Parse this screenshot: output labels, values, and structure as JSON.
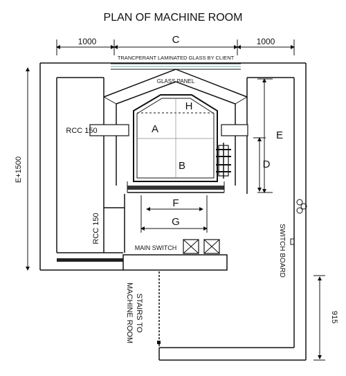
{
  "title": "PLAN OF MACHINE ROOM",
  "dims": {
    "left_offset": "1000",
    "center": "C",
    "right_offset": "1000",
    "left_height": "E+1500",
    "right_E": "E",
    "right_D": "D",
    "bottom_F": "F",
    "bottom_G": "G",
    "stair_width": "915"
  },
  "labels": {
    "glass_client": "TRANCPERANT LAMINATED GLASS BY CLIENT",
    "glass_panel": "GLASS PANEL",
    "rcc_top": "RCC 150",
    "rcc_side": "RCC 150",
    "zone_a": "A",
    "zone_b": "B",
    "zone_h": "H",
    "main_switch": "MAIN SWITCH",
    "switch_board": "SWITCH BOARD",
    "stairs_line1": "STAIRS TO",
    "stairs_line2": "MACHINE ROOM"
  }
}
